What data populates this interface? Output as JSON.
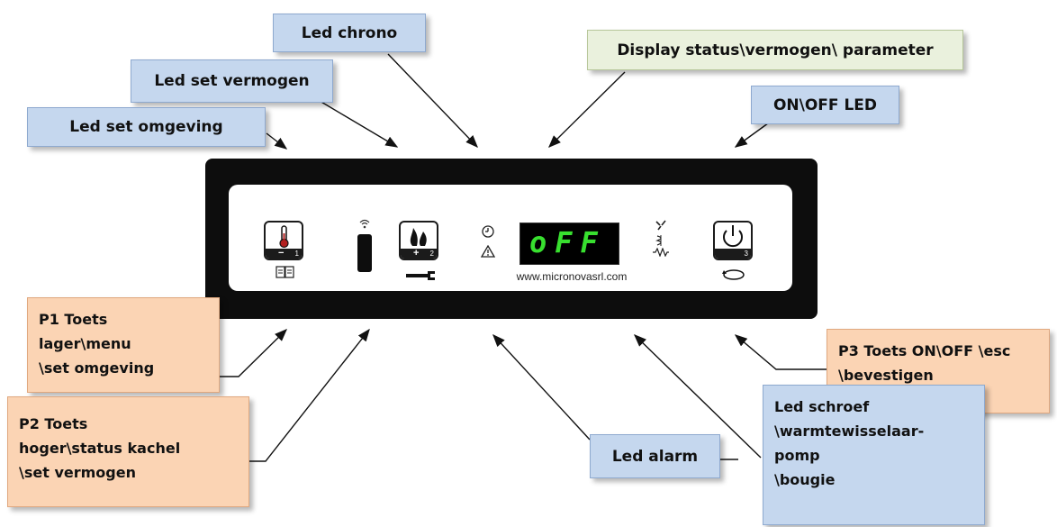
{
  "panel": {
    "display_text": "oFF",
    "url": "www.micronovasrl.com",
    "keys": [
      {
        "symbol": "−",
        "number": "1"
      },
      {
        "symbol": "+",
        "number": "2"
      },
      {
        "symbol": "",
        "number": "3"
      }
    ]
  },
  "callouts": {
    "led_chrono": "Led chrono",
    "led_set_vermogen": "Led set vermogen",
    "led_set_omgeving": "Led set omgeving",
    "display_status": "Display status\\vermogen\\ parameter",
    "onoff_led": "ON\\OFF LED",
    "p1_toets": "P1 Toets\nlager\\menu\n\\set omgeving",
    "p2_toets": "P2 Toets\nhoger\\status kachel\n\\set vermogen",
    "p3_toets": "P3 Toets ON\\OFF \\esc\n\\bevestigen",
    "led_alarm": "Led alarm",
    "led_schroef": "Led schroef\n\\warmtewisselaar-\npomp\n\\bougie"
  },
  "colors": {
    "callout_blue": "#c5d7ee",
    "callout_green": "#eaf1dd",
    "callout_orange": "#fbd4b4",
    "display_segment": "#38e02f",
    "panel_frame": "#0d0d0d"
  },
  "icons": [
    "thermometer-icon",
    "book-icon",
    "wifi-icon",
    "flame-icon",
    "wrench-icon",
    "clock-icon",
    "warning-icon",
    "fan-icon",
    "screw-icon",
    "resistor-icon",
    "power-icon",
    "cycle-icon"
  ]
}
